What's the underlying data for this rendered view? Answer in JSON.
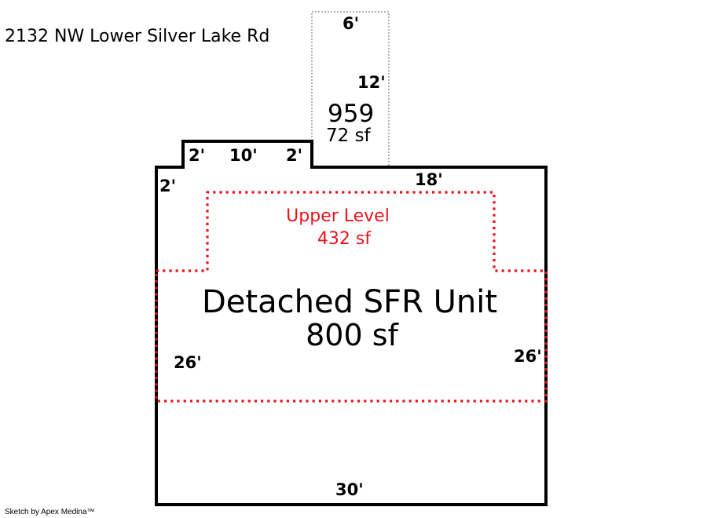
{
  "address": "2132 NW Lower Silver Lake Rd",
  "credit": "Sketch by Apex Medina™",
  "colors": {
    "outline": "#000000",
    "upper_level": "#e8141c",
    "addition": "#808080"
  },
  "addition": {
    "id": "959",
    "area": "72 sf",
    "dim_width": "6'",
    "dim_depth": "12'"
  },
  "main_unit": {
    "title": "Detached SFR Unit",
    "area": "800 sf",
    "dim_bottom": "30'",
    "dim_left": "26'",
    "dim_right": "26'",
    "dim_top_right": "18'",
    "dim_bump_left": "2'",
    "dim_bump_top": "10'",
    "dim_bump_right": "2'",
    "dim_left_offset": "2'"
  },
  "upper_level": {
    "label": "Upper Level",
    "area": "432 sf"
  }
}
